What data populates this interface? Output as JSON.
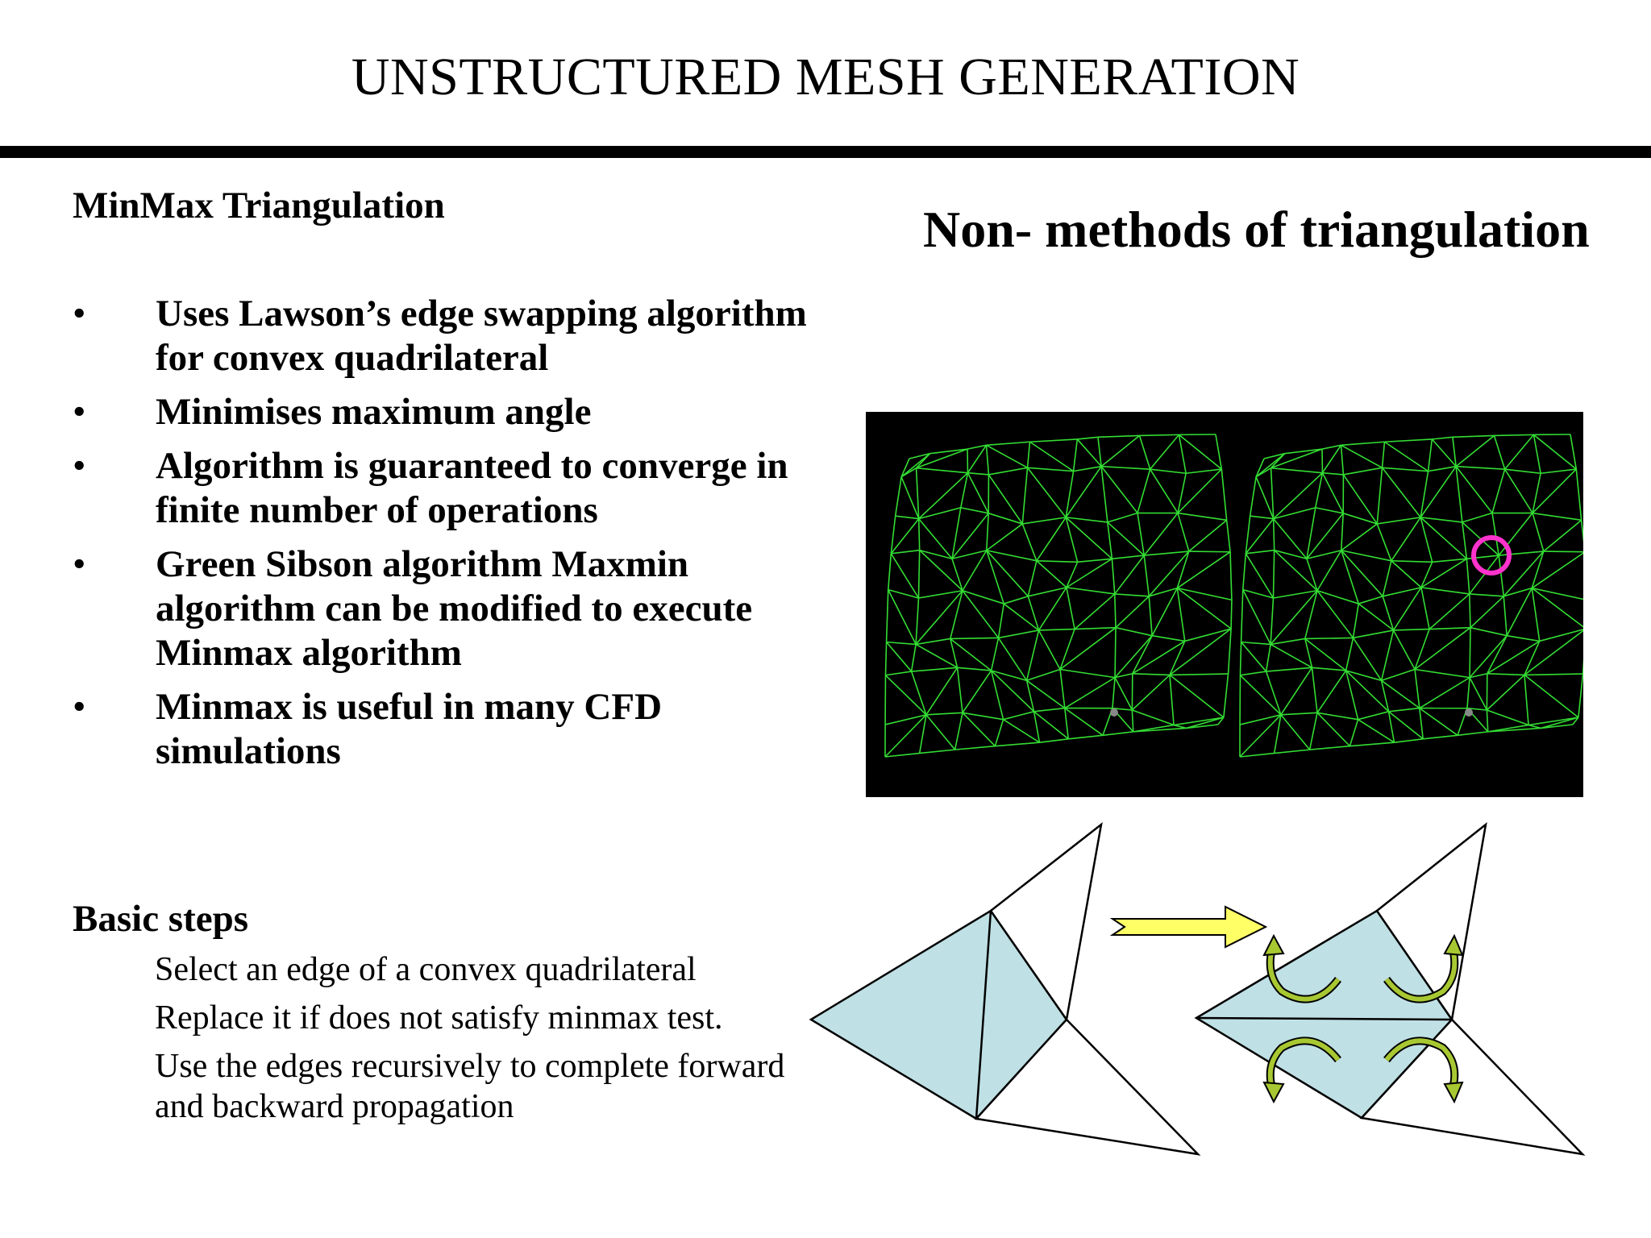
{
  "slide": {
    "title": "UNSTRUCTURED MESH GENERATION"
  },
  "left": {
    "heading": "MinMax Triangulation",
    "bullet_glyph": "•",
    "bullets": [
      "Uses Lawson’s edge swapping algorithm for convex quadrilateral",
      "Minimises maximum angle",
      "Algorithm is guaranteed to converge in finite number of operations",
      "Green Sibson algorithm Maxmin algorithm can be modified to execute Minmax algorithm",
      "Minmax is useful in many CFD simulations"
    ],
    "steps_heading": "Basic steps",
    "steps": [
      "Select an edge of a convex quadrilateral",
      "Replace it if does not satisfy minmax test.",
      "Use the edges recursively to complete forward and backward propagation"
    ]
  },
  "right": {
    "heading": "Non- methods of triangulation"
  },
  "colors": {
    "mesh_background": "#000000",
    "mesh_lines": "#33dd33",
    "highlight_circle": "#ff33cc",
    "triangle_fill": "#bfe0e4",
    "arrow_fill": "#ffff66",
    "rotate_arrow_fill": "#a8c832"
  },
  "icons": {
    "transform_arrow": "right-block-arrow-icon",
    "swap_arrows": "curved-rotate-arrow-icon"
  }
}
